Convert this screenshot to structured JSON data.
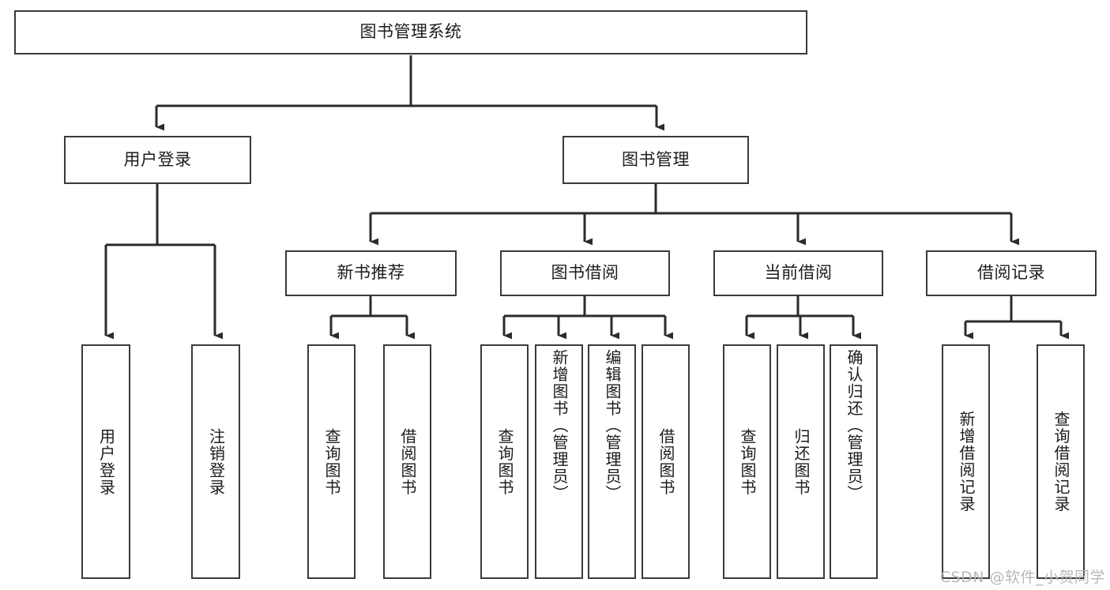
{
  "diagram": {
    "title": "图书管理系统",
    "type": "hierarchy-tree",
    "orientation": "top-down",
    "colors": {
      "node_border": "#3a3a3a",
      "node_fill": "#ffffff",
      "edge": "#2b2b2b",
      "text": "#1c1c1c",
      "watermark": "#b9b9b9",
      "background": "#ffffff"
    },
    "watermark": "CSDN @软件_小贺同学",
    "levels": [
      {
        "level": 0,
        "nodes": [
          {
            "id": "root",
            "label": "图书管理系统",
            "text_direction": "horizontal"
          }
        ]
      },
      {
        "level": 1,
        "nodes": [
          {
            "id": "user-login",
            "label": "用户登录",
            "text_direction": "horizontal",
            "parent": "root"
          },
          {
            "id": "book-manage",
            "label": "图书管理",
            "text_direction": "horizontal",
            "parent": "root"
          }
        ]
      },
      {
        "level": 2,
        "nodes": [
          {
            "id": "new-book-recommend",
            "label": "新书推荐",
            "text_direction": "horizontal",
            "parent": "book-manage"
          },
          {
            "id": "book-borrow",
            "label": "图书借阅",
            "text_direction": "horizontal",
            "parent": "book-manage"
          },
          {
            "id": "current-borrow",
            "label": "当前借阅",
            "text_direction": "horizontal",
            "parent": "book-manage"
          },
          {
            "id": "borrow-record",
            "label": "借阅记录",
            "text_direction": "horizontal",
            "parent": "book-manage"
          }
        ]
      },
      {
        "level": 3,
        "nodes": [
          {
            "id": "leaf-user-login",
            "label": "用户登录",
            "text_direction": "vertical",
            "parent": "user-login"
          },
          {
            "id": "leaf-logout",
            "label": "注销登录",
            "text_direction": "vertical",
            "parent": "user-login"
          },
          {
            "id": "leaf-query-book-1",
            "label": "查询图书",
            "text_direction": "vertical",
            "parent": "new-book-recommend"
          },
          {
            "id": "leaf-borrow-book-1",
            "label": "借阅图书",
            "text_direction": "vertical",
            "parent": "new-book-recommend"
          },
          {
            "id": "leaf-query-book-2",
            "label": "查询图书",
            "text_direction": "vertical",
            "parent": "book-borrow"
          },
          {
            "id": "leaf-add-book",
            "label": "新增图书（管理员）",
            "text_direction": "vertical",
            "parent": "book-borrow"
          },
          {
            "id": "leaf-edit-book",
            "label": "编辑图书（管理员）",
            "text_direction": "vertical",
            "parent": "book-borrow"
          },
          {
            "id": "leaf-borrow-book-2",
            "label": "借阅图书",
            "text_direction": "vertical",
            "parent": "book-borrow"
          },
          {
            "id": "leaf-query-book-3",
            "label": "查询图书",
            "text_direction": "vertical",
            "parent": "current-borrow"
          },
          {
            "id": "leaf-return-book",
            "label": "归还图书",
            "text_direction": "vertical",
            "parent": "current-borrow"
          },
          {
            "id": "leaf-confirm-return",
            "label": "确认归还（管理员）",
            "text_direction": "vertical",
            "parent": "current-borrow"
          },
          {
            "id": "leaf-add-record",
            "label": "新增借阅记录",
            "text_direction": "vertical",
            "parent": "borrow-record"
          },
          {
            "id": "leaf-query-record",
            "label": "查询借阅记录",
            "text_direction": "vertical",
            "parent": "borrow-record"
          }
        ]
      }
    ]
  }
}
